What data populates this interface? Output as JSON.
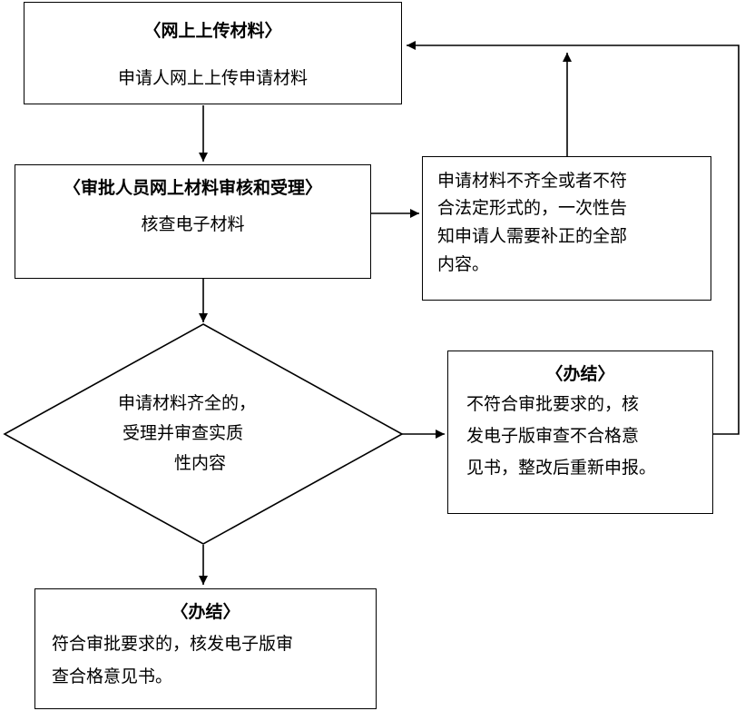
{
  "upload_box": {
    "title": "〈网上上传材料〉",
    "text": "申请人网上上传申请材料"
  },
  "review_box": {
    "title": "〈审批人员网上材料审核和受理〉",
    "text": "核查电子材料"
  },
  "incomplete_box": {
    "lines": [
      "申请材料不齐全或者不符",
      "合法定形式的，一次性告",
      "知申请人需要补正的全部",
      "内容。"
    ]
  },
  "decision_diamond": {
    "lines": [
      "申请材料齐全的，",
      "受理并审查实质",
      "性内容"
    ]
  },
  "reject_box": {
    "title": "〈办结〉",
    "lines": [
      "不符合审批要求的，核",
      "发电子版审查不合格意",
      "见书，整改后重新申报。"
    ]
  },
  "approve_box": {
    "title": "〈办结〉",
    "lines": [
      "符合审批要求的，核发电子版审",
      "查合格意见书。"
    ]
  }
}
